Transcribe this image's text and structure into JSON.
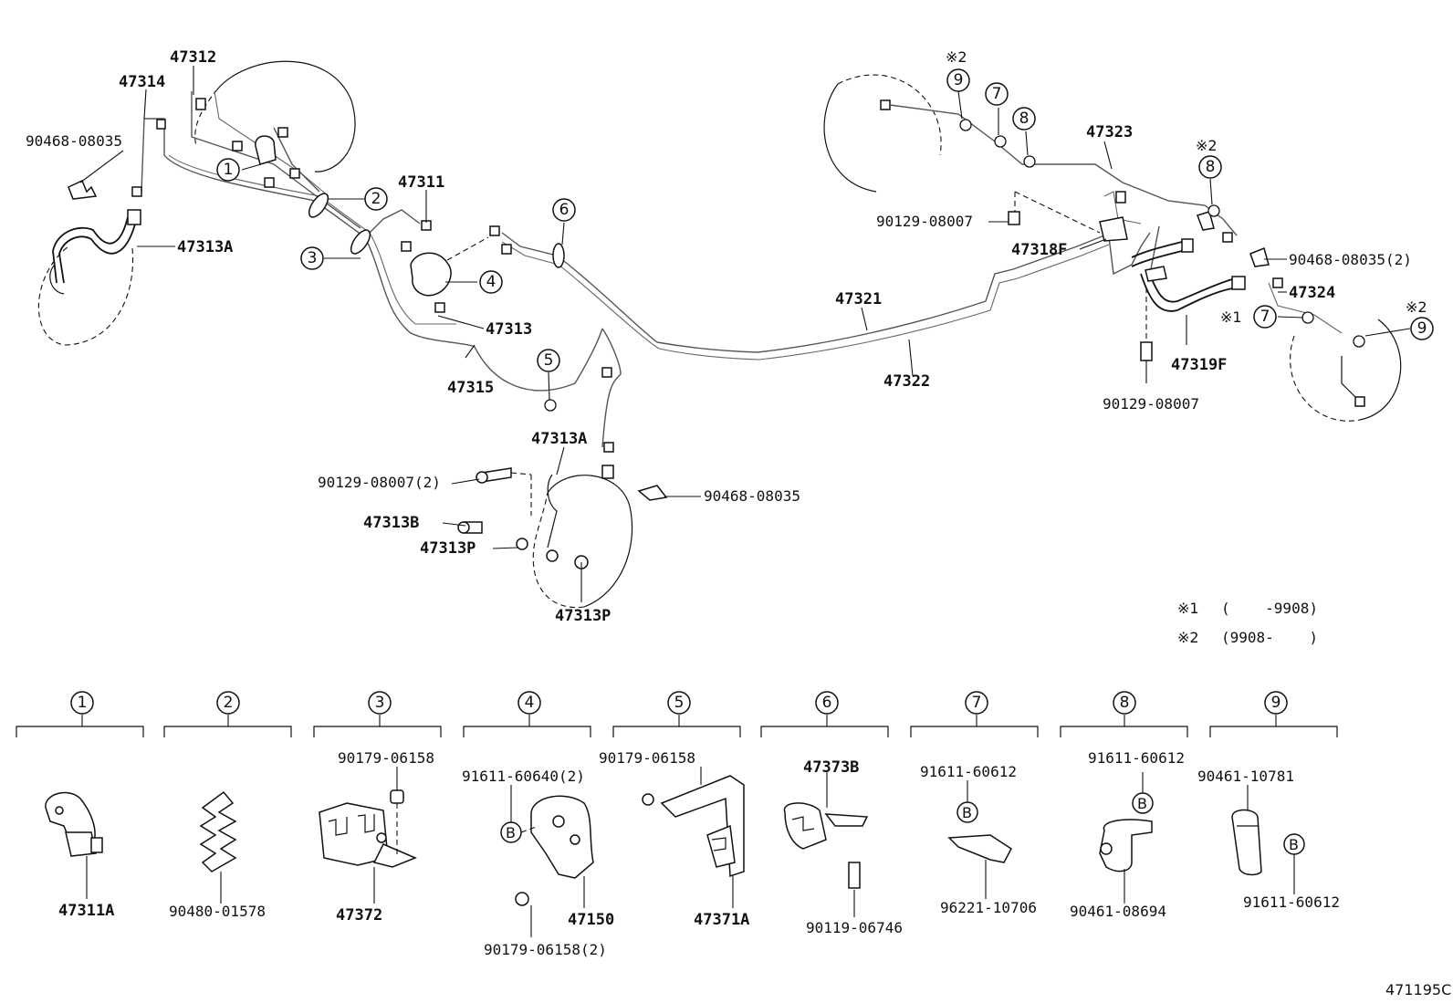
{
  "labels": {
    "l47312": "47312",
    "l47314": "47314",
    "l90468_a": "90468-08035",
    "l47313A_a": "47313A",
    "l47311": "47311",
    "l47313": "47313",
    "l47315": "47315",
    "l47313A_b": "47313A",
    "l90129_2": "90129-08007(2)",
    "l47313B": "47313B",
    "l47313P_a": "47313P",
    "l47313P_b": "47313P",
    "l90468_b": "90468-08035",
    "l47321": "47321",
    "l47322": "47322",
    "l47323": "47323",
    "l90129_a": "90129-08007",
    "l47318F": "47318F",
    "l90468_c": "90468-08035(2)",
    "l47324": "47324",
    "l47319F": "47319F",
    "l90129_b": "90129-08007",
    "star1": "※1",
    "star2a": "※2",
    "star2b": "※2",
    "star2c": "※2"
  },
  "callouts": [
    "1",
    "2",
    "3",
    "4",
    "5",
    "6",
    "7",
    "8",
    "9"
  ],
  "legend": {
    "n1_mark": "※1",
    "n1_text": "(    -9908)",
    "n2_mark": "※2",
    "n2_text": "(9908-    )"
  },
  "detail_labels": {
    "d1_a": "47311A",
    "d2_a": "90480-01578",
    "d3_a": "90179-06158",
    "d3_b": "47372",
    "d4_a": "91611-60640(2)",
    "d4_b": "47150",
    "d4_c": "90179-06158(2)",
    "d5_a": "90179-06158",
    "d5_b": "47371A",
    "d6_a": "47373B",
    "d6_b": "90119-06746",
    "d7_a": "91611-60612",
    "d7_b": "96221-10706",
    "d8_a": "91611-60612",
    "d8_b": "90461-08694",
    "d9_a": "90461-10781",
    "d9_b": "91611-60612",
    "b_mark": "B"
  },
  "figure_ref": "471195C"
}
